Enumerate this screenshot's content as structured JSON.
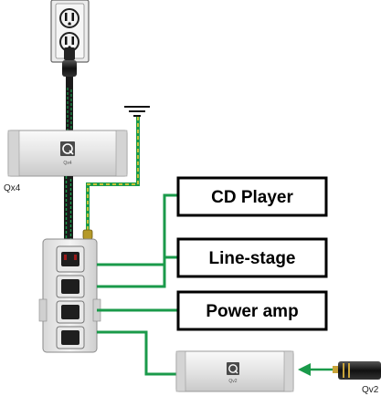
{
  "devices": {
    "qx4_label": "Qx4",
    "qx4_badge": "Qx4",
    "qv2_label": "Qv2",
    "qv2_badge": "Qv2"
  },
  "components": {
    "cd_player": "CD Player",
    "line_stage": "Line-stage",
    "power_amp": "Power amp"
  },
  "colors": {
    "wire_green": "#1a9a4a",
    "wire_black": "#111111",
    "ground_yellow": "#c8c23a",
    "box_border": "#000000",
    "device_gray": "#e6e6e6"
  },
  "icons": [
    "wall-outlet-icon",
    "ground-symbol-icon",
    "power-plug-icon",
    "arrow-left-icon"
  ]
}
